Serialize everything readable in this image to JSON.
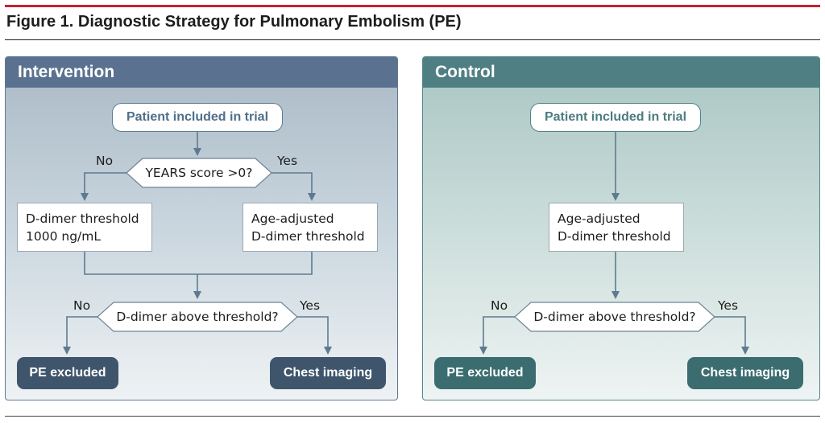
{
  "figure": {
    "title": "Figure 1. Diagnostic Strategy for Pulmonary Embolism (PE)"
  },
  "intervention": {
    "header": "Intervention",
    "start": "Patient included in trial",
    "decision1": "YEARS score >0?",
    "decision1_no": "No",
    "decision1_yes": "Yes",
    "box_left_line1": "D-dimer threshold",
    "box_left_line2": "1000 ng/mL",
    "box_right_line1": "Age-adjusted",
    "box_right_line2": "D-dimer threshold",
    "decision2": "D-dimer above threshold?",
    "decision2_no": "No",
    "decision2_yes": "Yes",
    "outcome_no": "PE excluded",
    "outcome_yes": "Chest imaging"
  },
  "control": {
    "header": "Control",
    "start": "Patient included in trial",
    "box_line1": "Age-adjusted",
    "box_line2": "D-dimer threshold",
    "decision": "D-dimer above threshold?",
    "decision_no": "No",
    "decision_yes": "Yes",
    "outcome_no": "PE excluded",
    "outcome_yes": "Chest imaging"
  },
  "colors": {
    "accent_rule": "#c8202f",
    "intervention_header": "#5a7290",
    "control_header": "#4f7f82",
    "intervention_terminal": "#3f556c",
    "control_terminal": "#3b6d70",
    "connector": "#5f7a90"
  }
}
